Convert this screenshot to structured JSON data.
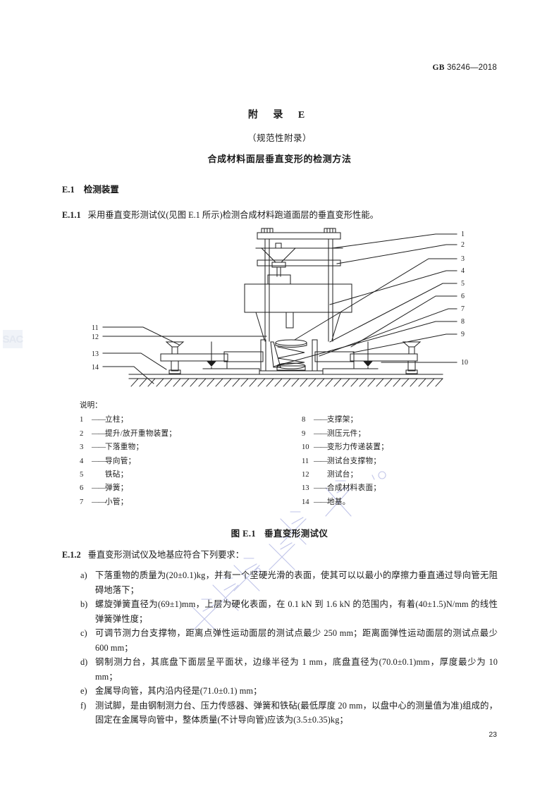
{
  "header": {
    "std_code": "GB",
    "std_number": "36246—2018"
  },
  "annex": {
    "title": "附  录  E",
    "subtitle": "（规范性附录）",
    "name": "合成材料面层垂直变形的检测方法"
  },
  "sections": {
    "e1": {
      "number": "E.1",
      "title": "检测装置"
    },
    "e11": {
      "number": "E.1.1",
      "text": "采用垂直变形测试仪(见图 E.1 所示)检测合成材料跑道面层的垂直变形性能。"
    },
    "e12": {
      "number": "E.1.2",
      "text": "垂直变形测试仪及地基应符合下列要求："
    }
  },
  "figure": {
    "caption_label": "图 E.1",
    "caption_text": "垂直变形测试仪",
    "callouts_right": [
      "1",
      "2",
      "3",
      "4",
      "5",
      "6",
      "7",
      "8",
      "9",
      "10"
    ],
    "callouts_left": [
      "11",
      "12",
      "13",
      "14"
    ]
  },
  "legend": {
    "title": "说明：",
    "left": [
      {
        "num": "1",
        "dash": "——",
        "text": "立柱；"
      },
      {
        "num": "2",
        "dash": "——",
        "text": "提升/放开重物装置；"
      },
      {
        "num": "3",
        "dash": "——",
        "text": "下落重物；"
      },
      {
        "num": "4",
        "dash": "——",
        "text": "导向管；"
      },
      {
        "num": "5",
        "dash": "",
        "text": "  铁砧；"
      },
      {
        "num": "6",
        "dash": "——",
        "text": "弹簧；"
      },
      {
        "num": "7",
        "dash": "——",
        "text": "小管；"
      }
    ],
    "right": [
      {
        "num": "8",
        "dash": " ——",
        "text": "支撑架；"
      },
      {
        "num": "9",
        "dash": " ——",
        "text": "测压元件；"
      },
      {
        "num": "10",
        "dash": "——",
        "text": "变形力传递装置；"
      },
      {
        "num": "11",
        "dash": "——",
        "text": "测试台支撑物；"
      },
      {
        "num": "12",
        "dash": "",
        "text": "  测试台；"
      },
      {
        "num": "13",
        "dash": "——",
        "text": "合成材料表面；"
      },
      {
        "num": "14",
        "dash": "——",
        "text": "地基。"
      }
    ]
  },
  "requirements": [
    {
      "marker": "a)",
      "text": "下落重物的质量为(20±0.1)kg，并有一个坚硬光滑的表面，使其可以以最小的摩擦力垂直通过导向管无阻碍地落下；"
    },
    {
      "marker": "b)",
      "text": "螺旋弹簧直径为(69±1)mm，上层为硬化表面，在 0.1 kN 到 1.6 kN 的范围内，有着(40±1.5)N/mm 的线性弹簧弹性度；"
    },
    {
      "marker": "c)",
      "text": "可调节测力台支撑物，距离点弹性运动面层的测试点最少 250 mm；距离面弹性运动面层的测试点最少 600 mm；"
    },
    {
      "marker": "d)",
      "text": "钢制测力台，其底盘下面层呈平面状，边缘半径为 1 mm，底盘直径为(70.0±0.1)mm，厚度最少为 10 mm；"
    },
    {
      "marker": "e)",
      "text": "金属导向管，其内沿内径是(71.0±0.1) mm；"
    },
    {
      "marker": "f)",
      "text": "测试脚，是由钢制测力台、压力传感器、弹簧和铁砧(最低厚度 20 mm，以盘中心的测量值为准)组成的，固定在金属导向管中，整体质量(不计导向管)应该为(3.5±0.35)kg；"
    }
  ],
  "page_number": "23",
  "watermark": "SAC"
}
